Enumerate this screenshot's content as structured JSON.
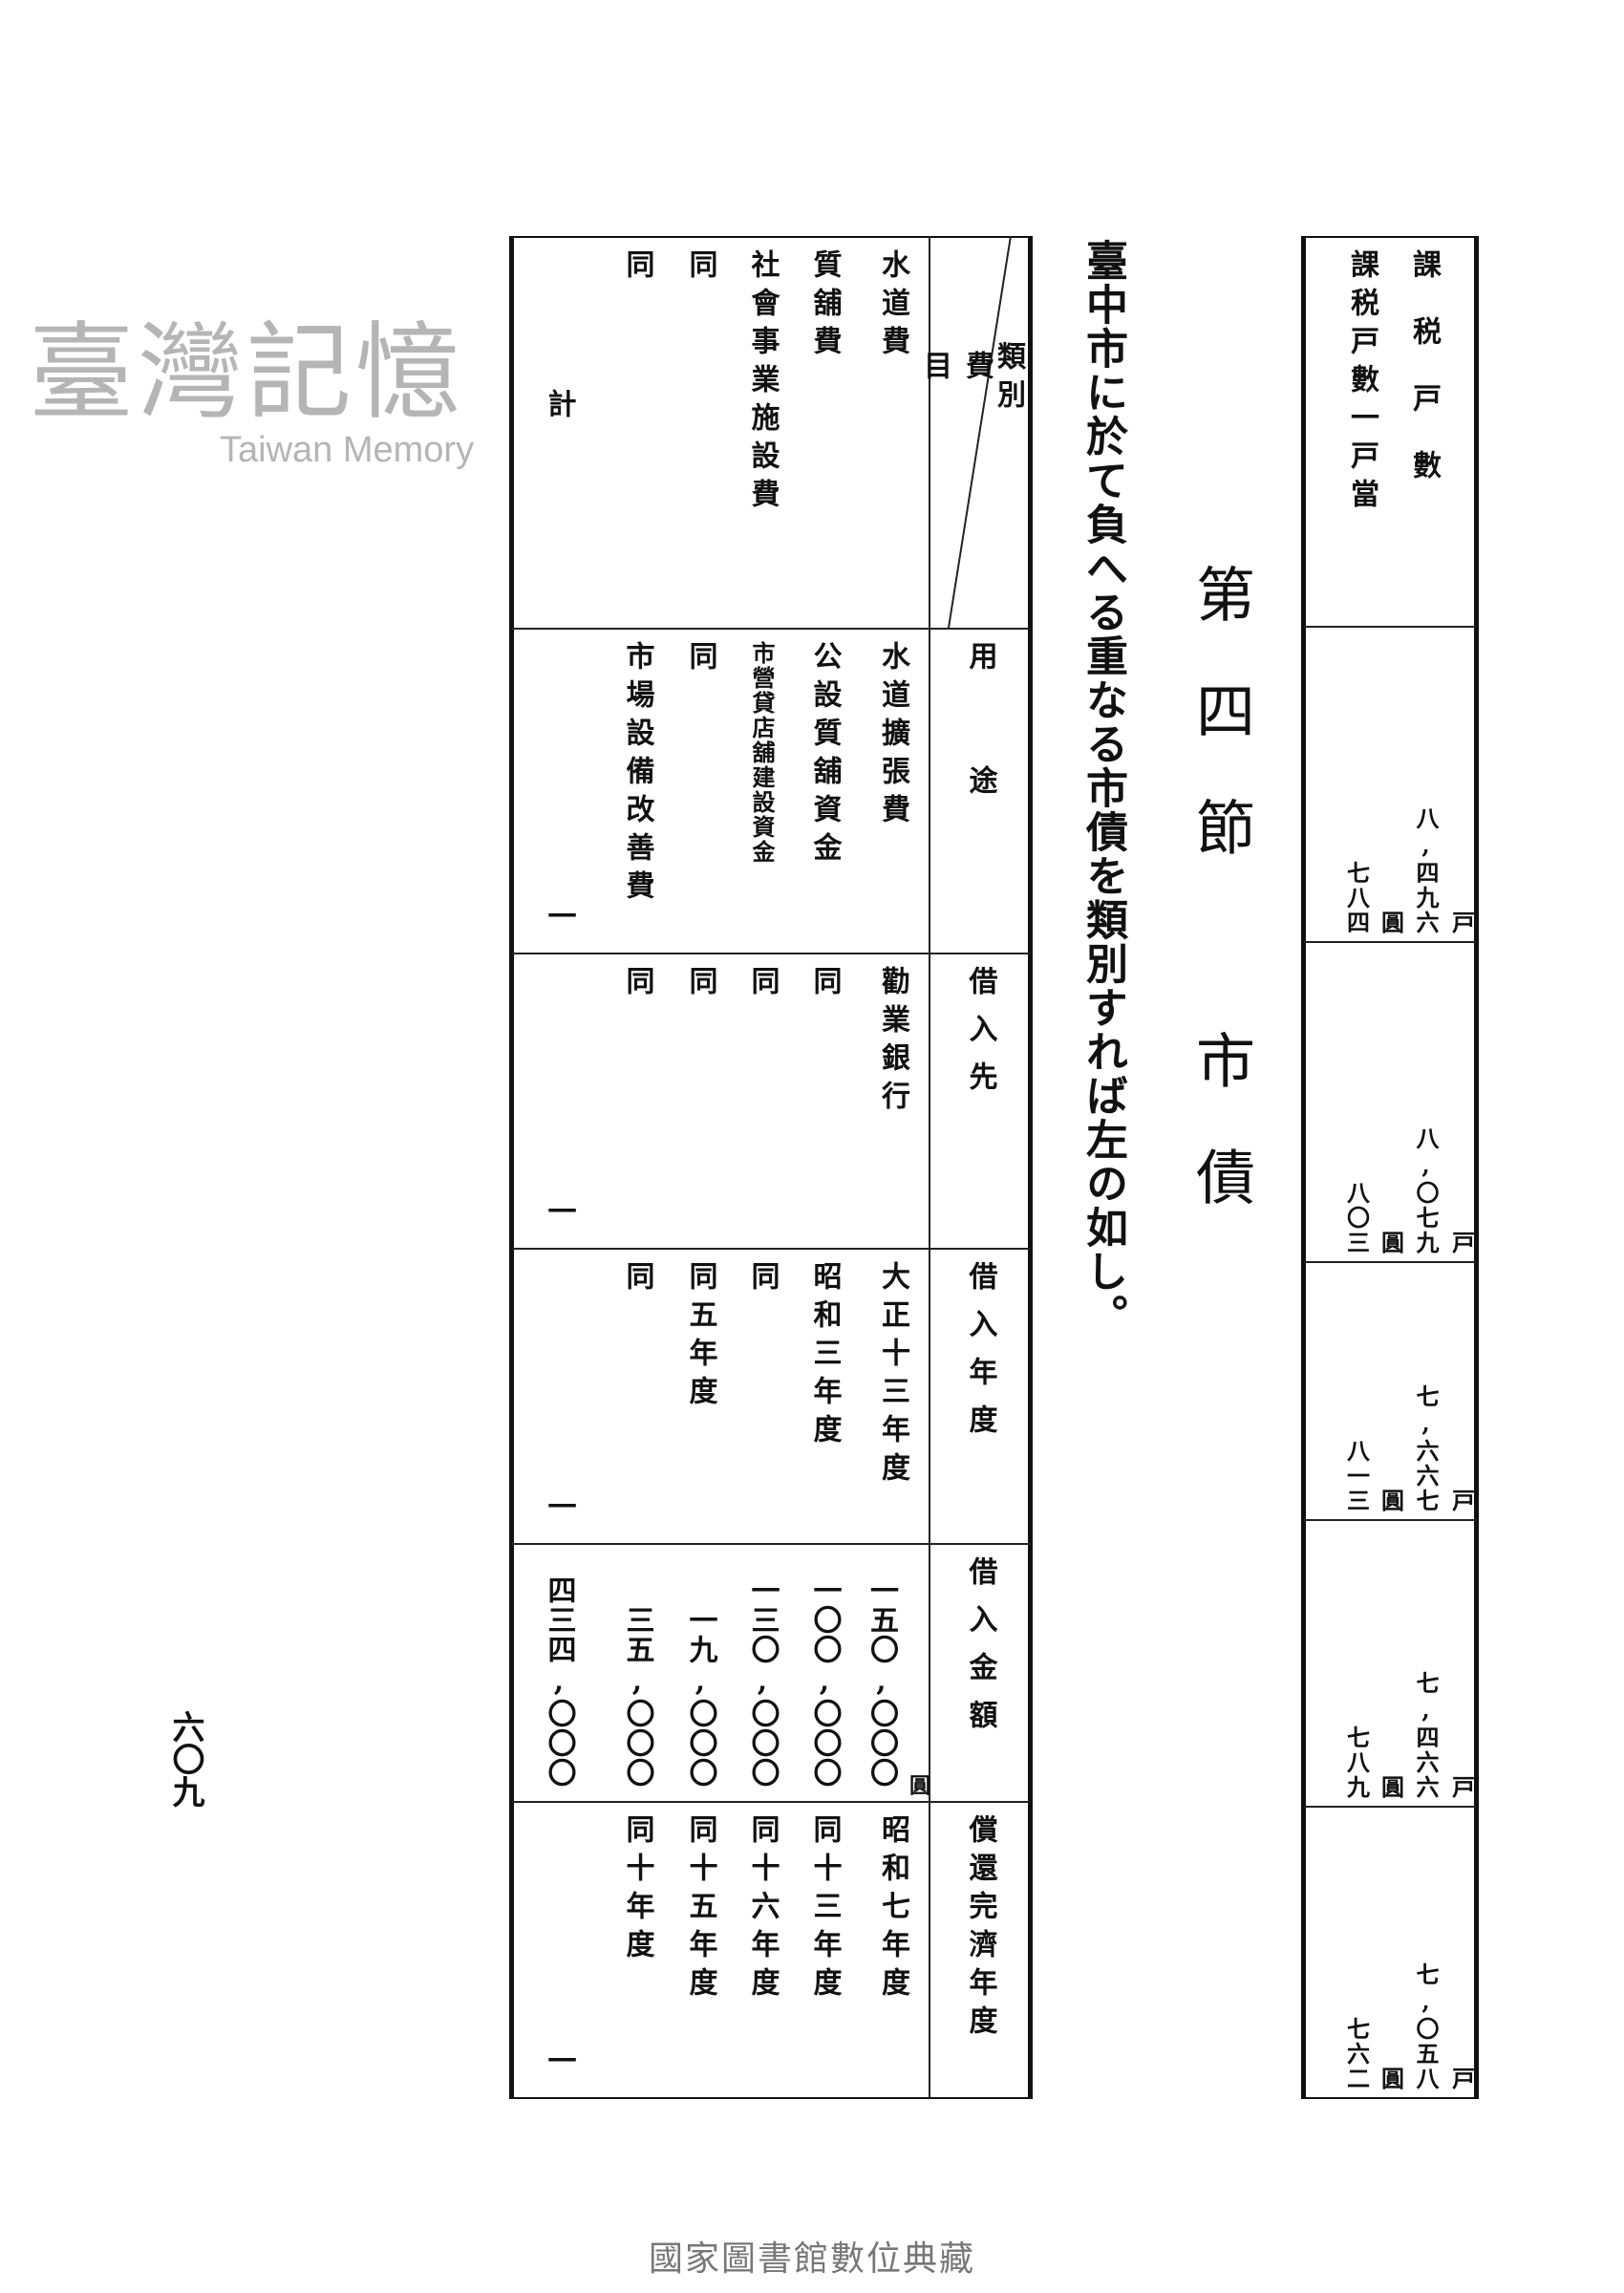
{
  "tax_table": {
    "headers": [
      "課税戸數",
      "課税戸數一戸當"
    ],
    "household_unit": "戸",
    "yen_unit": "圓",
    "rows": [
      {
        "households": "八,四九六",
        "per_household": "七八四"
      },
      {
        "households": "八,〇七九",
        "per_household": "八〇三"
      },
      {
        "households": "七,六六七",
        "per_household": "八一三"
      },
      {
        "households": "七,四六六",
        "per_household": "七八九"
      },
      {
        "households": "七,〇五八",
        "per_household": "七六二"
      }
    ]
  },
  "section_title": "第四節　市債",
  "intro": "臺中市に於て負へる重なる市債を類別すれば左の如し。",
  "debt_table": {
    "header": {
      "category": "類別",
      "item": "費目",
      "purpose": "用途",
      "lender": "借入先",
      "year": "借入年度",
      "amount": "借入金額",
      "amount_unit": "圓",
      "repaid": "償還完濟年度"
    },
    "rows": [
      {
        "item": "水道費",
        "purpose": "水道擴張費",
        "lender": "勸業銀行",
        "year": "大正十三年度",
        "amount": "一五〇,〇〇〇",
        "repaid": "昭和七年度"
      },
      {
        "item": "質舖費",
        "purpose": "公設質舖資金",
        "lender": "同",
        "year": "昭和三年度",
        "amount": "一〇〇,〇〇〇",
        "repaid": "同十三年度"
      },
      {
        "item": "社會事業施設費",
        "purpose": "市營貸店舖建設資金",
        "lender": "同",
        "year": "同",
        "amount": "一三〇,〇〇〇",
        "repaid": "同十六年度"
      },
      {
        "item": "同",
        "purpose": "同",
        "lender": "同",
        "year": "同五年度",
        "amount": "一九,〇〇〇",
        "repaid": "同十五年度"
      },
      {
        "item": "同",
        "purpose": "市場設備改善費",
        "lender": "同",
        "year": "同",
        "amount": "三五,〇〇〇",
        "repaid": "同十年度"
      },
      {
        "item": "計",
        "purpose": "一",
        "lender": "一",
        "year": "一",
        "amount": "四三四,〇〇〇",
        "repaid": "一"
      }
    ]
  },
  "page_number": "六〇九",
  "watermark": {
    "chinese": "臺灣記憶",
    "english": "Taiwan Memory"
  },
  "footer": "國家圖書館數位典藏"
}
